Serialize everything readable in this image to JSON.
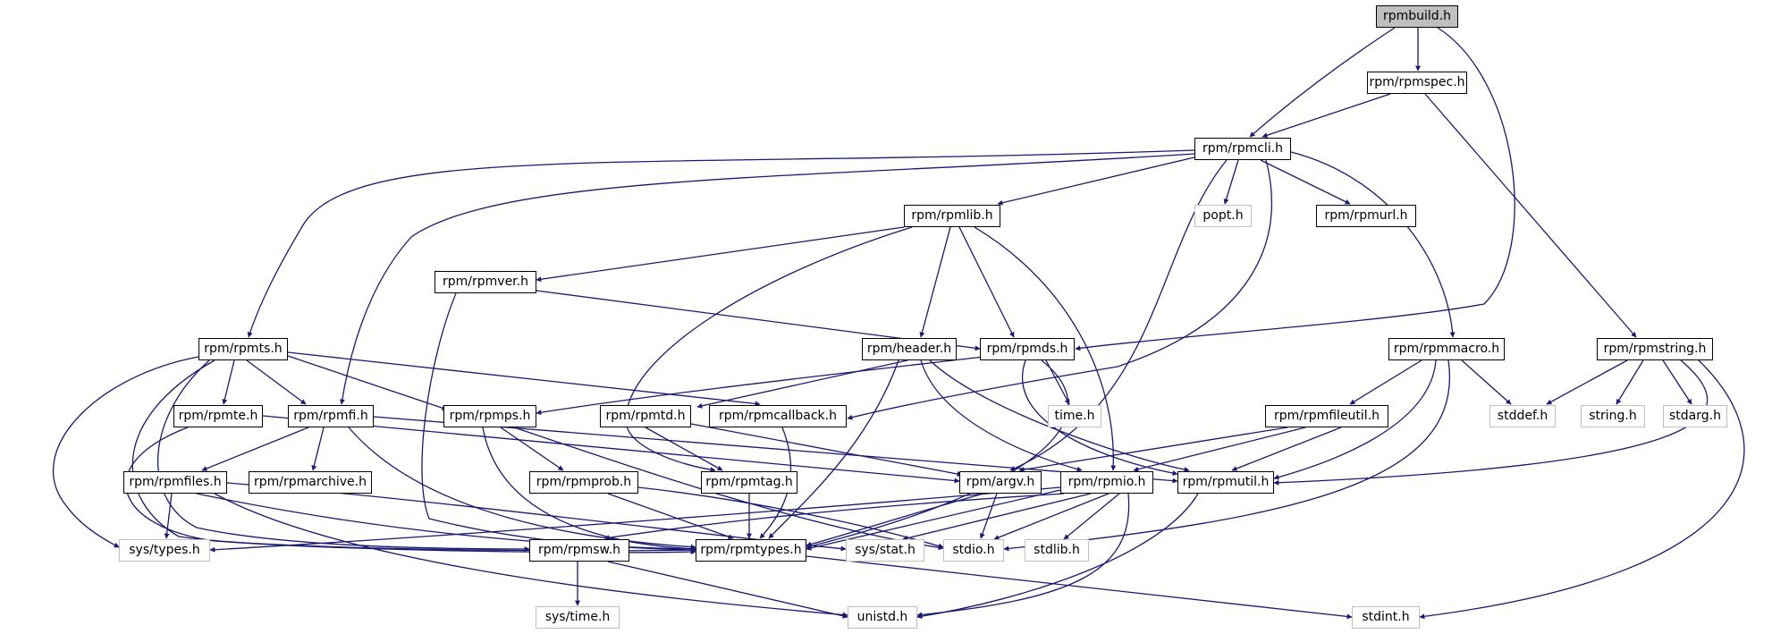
{
  "colors": {
    "edge": "#191970",
    "node_border": "#000000",
    "system_border": "#bfbfbf",
    "root_fill": "#bfbfbf"
  },
  "nodes": {
    "rpmbuild": "rpmbuild.h",
    "rpmspec": "rpm/rpmspec.h",
    "rpmcli": "rpm/rpmcli.h",
    "rpmlib": "rpm/rpmlib.h",
    "popt": "popt.h",
    "rpmurl": "rpm/rpmurl.h",
    "rpmver": "rpm/rpmver.h",
    "rpmts": "rpm/rpmts.h",
    "header": "rpm/header.h",
    "rpmds": "rpm/rpmds.h",
    "rpmmacro": "rpm/rpmmacro.h",
    "rpmstring": "rpm/rpmstring.h",
    "rpmte": "rpm/rpmte.h",
    "rpmfi": "rpm/rpmfi.h",
    "rpmps": "rpm/rpmps.h",
    "rpmtd": "rpm/rpmtd.h",
    "rpmcallback": "rpm/rpmcallback.h",
    "time": "time.h",
    "rpmfileutil": "rpm/rpmfileutil.h",
    "stddef": "stddef.h",
    "string": "string.h",
    "stdarg": "stdarg.h",
    "rpmfiles": "rpm/rpmfiles.h",
    "rpmarchive": "rpm/rpmarchive.h",
    "rpmprob": "rpm/rpmprob.h",
    "rpmtag": "rpm/rpmtag.h",
    "rpmargv": "rpm/argv.h",
    "rpmio": "rpm/rpmio.h",
    "rpmutil": "rpm/rpmutil.h",
    "systypes": "sys/types.h",
    "rpmsw": "rpm/rpmsw.h",
    "rpmtypes": "rpm/rpmtypes.h",
    "sysstat": "sys/stat.h",
    "stdio": "stdio.h",
    "stdlib": "stdlib.h",
    "systime": "sys/time.h",
    "unistd": "unistd.h",
    "stdint": "stdint.h"
  }
}
